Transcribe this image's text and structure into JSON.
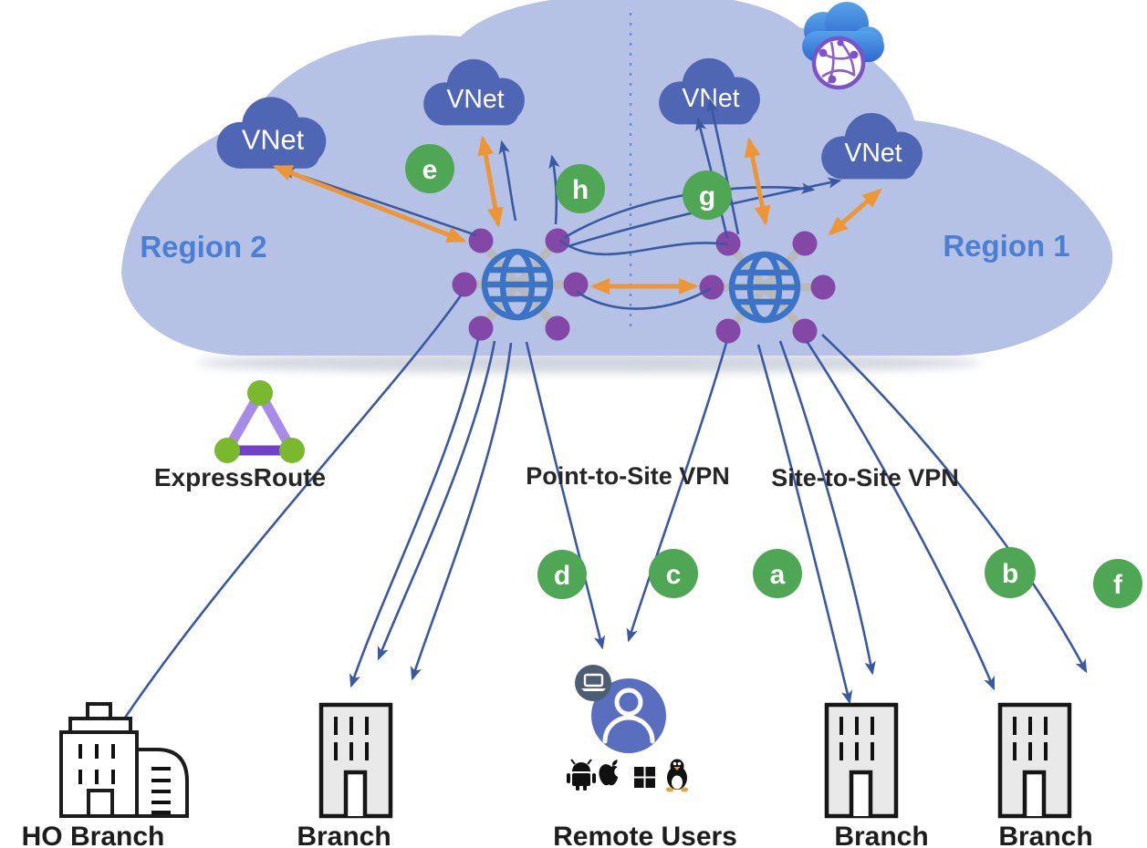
{
  "regions": {
    "left": "Region 2",
    "right": "Region 1"
  },
  "vnet_label": "VNet",
  "badges": {
    "a": "a",
    "b": "b",
    "c": "c",
    "d": "d",
    "e": "e",
    "f": "f",
    "g": "g",
    "h": "h"
  },
  "connections": {
    "expressroute": "ExpressRoute",
    "point_to_site": "Point-to-Site VPN",
    "site_to_site": "Site-to-Site VPN"
  },
  "endpoints": {
    "ho_branch": "HO Branch",
    "branch": "Branch",
    "remote_users": "Remote Users"
  },
  "icons": {
    "hub": "virtual-hub-globe",
    "vnet": "vnet-cloud",
    "wan": "virtual-wan-cloud",
    "expressroute": "expressroute-triangle",
    "building": "branch-building",
    "user": "remote-user-circle",
    "laptop": "laptop-badge",
    "os_logos": [
      "android",
      "apple",
      "windows",
      "linux"
    ]
  },
  "colors": {
    "azure_cloud": "#b6c2e5",
    "vnet_blue": "#4e66b4",
    "region_text": "#4a7fd4",
    "hub_globe": "#3b74c6",
    "hub_dot": "#8347a5",
    "hub_spoke": "#b9b9b9",
    "badge_green": "#4fa654",
    "arrow_blue": "#3a59a2",
    "arrow_orange": "#ee9636",
    "er_edge_light": "#a78be8",
    "er_edge_dark": "#6f42c9",
    "er_node_green": "#7ab92e",
    "user_blue": "#5a6ec0",
    "laptop_badge_bg": "#4d5d73",
    "wan_ring_purple": "#7b52c9",
    "divider_blue": "#5b8bd8"
  }
}
